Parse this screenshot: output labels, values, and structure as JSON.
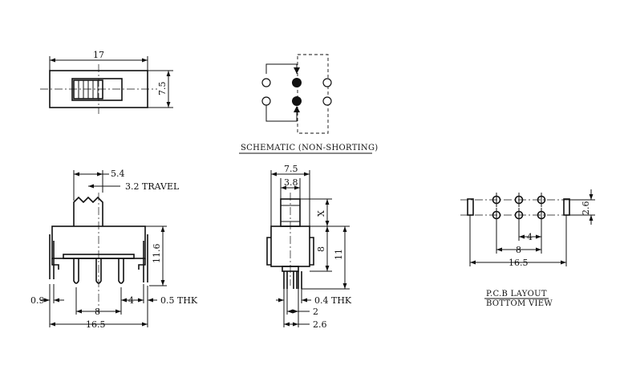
{
  "top_view": {
    "length_label": "17",
    "height_label": "7.5"
  },
  "schematic": {
    "caption": "SCHEMATIC (NON-SHORTING)"
  },
  "front_view": {
    "knob_width_label": "5.4",
    "travel_label": "3.2 TRAVEL",
    "height_label": "11.6",
    "pin_width_label": "0.9",
    "pitch_label": "8",
    "pin_spacing_label": "4",
    "thickness_label": "0.5 THK",
    "length_label": "16.5"
  },
  "side_view": {
    "width_label": "7.5",
    "knob_label": "3.8",
    "x_label": "X",
    "body_height_label": "8",
    "total_height_label": "11",
    "thickness_label": "0.4 THK",
    "pin_offset_label": "2",
    "pin_span_label": "2.6"
  },
  "pcb_layout": {
    "row_spacing_label": "2.6",
    "pin_pitch_label": "4",
    "mid_span_label": "8",
    "total_length_label": "16.5",
    "caption_line1": "P.C.B LAYOUT",
    "caption_line2": "BOTTOM VIEW"
  }
}
